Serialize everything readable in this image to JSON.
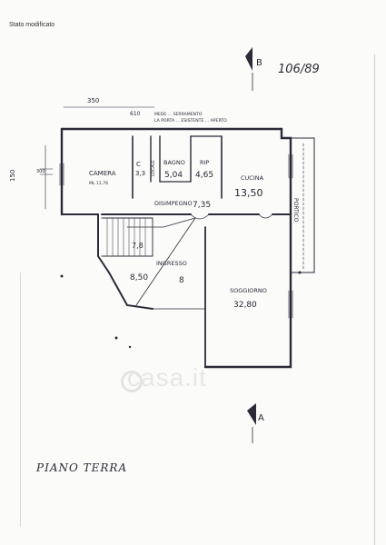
{
  "header": {
    "status": "Stato modificato"
  },
  "sheet": {
    "ref": "106/89",
    "section_b": "B",
    "section_a": "A"
  },
  "dimensions": {
    "top_width": "350",
    "top_width2": "610",
    "left_height": "150",
    "left_inner": "300"
  },
  "notes": {
    "line1": "MEDE ... SERRAMENTO",
    "line2": "LA PORTA ... ESISTENTE ... APERTO"
  },
  "rooms": {
    "camera": {
      "name": "CAMERA",
      "sub": "ML 11,76"
    },
    "corridor_small": {
      "name": "C",
      "area": "3,3",
      "sub": "LOCALE"
    },
    "bagno": {
      "name": "BAGNO",
      "area": "5,04"
    },
    "rip": {
      "name": "RIP",
      "area": "4,65"
    },
    "cucina": {
      "name": "CUCINA",
      "area": "13,50"
    },
    "disimpegno": {
      "name": "DISIMPEGNO",
      "area": "7,35"
    },
    "portico": {
      "name": "PORTICO"
    },
    "stairs": {
      "label": "7,8"
    },
    "ingresso": {
      "name": "INGRESSO",
      "area": "8,50",
      "extra": "8"
    },
    "soggiorno": {
      "name": "SOGGIORNO",
      "area": "32,80"
    }
  },
  "footer": {
    "floor": "PIANO TERRA"
  },
  "watermark": {
    "text": "casa.it"
  },
  "colors": {
    "ink": "#2a2a36",
    "paper": "#fbfbfa",
    "watermark": "#e7e7e7"
  }
}
